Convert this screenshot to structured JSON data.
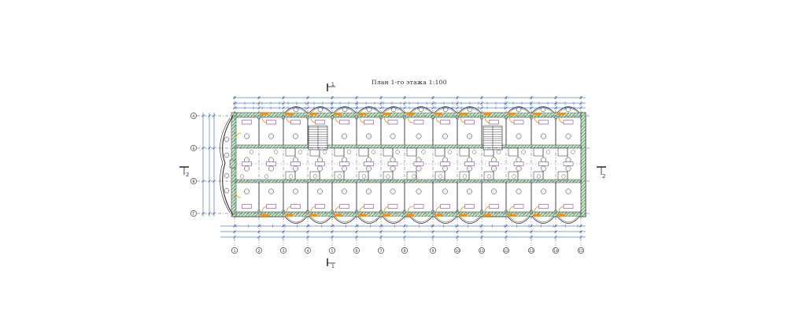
{
  "drawing": {
    "title": "План 1-го этажа",
    "scale": "1:100",
    "section_mark_top": "1",
    "section_mark_bottom": "1",
    "section_mark_left": "2",
    "section_mark_right": "2"
  },
  "axes": {
    "columns": [
      "1",
      "2",
      "3",
      "4",
      "5",
      "6",
      "7",
      "8",
      "9",
      "10",
      "11",
      "12",
      "13",
      "14",
      "15"
    ],
    "rows": [
      "A",
      "Б",
      "В",
      "Г"
    ]
  },
  "colors": {
    "wall_hatch": "#2e7d32",
    "axis_line": "#1a237e",
    "dimension": "#0d47a1",
    "door": "#ff8f00",
    "room_tag": "#7b1fa2",
    "fixture": "#333333"
  }
}
